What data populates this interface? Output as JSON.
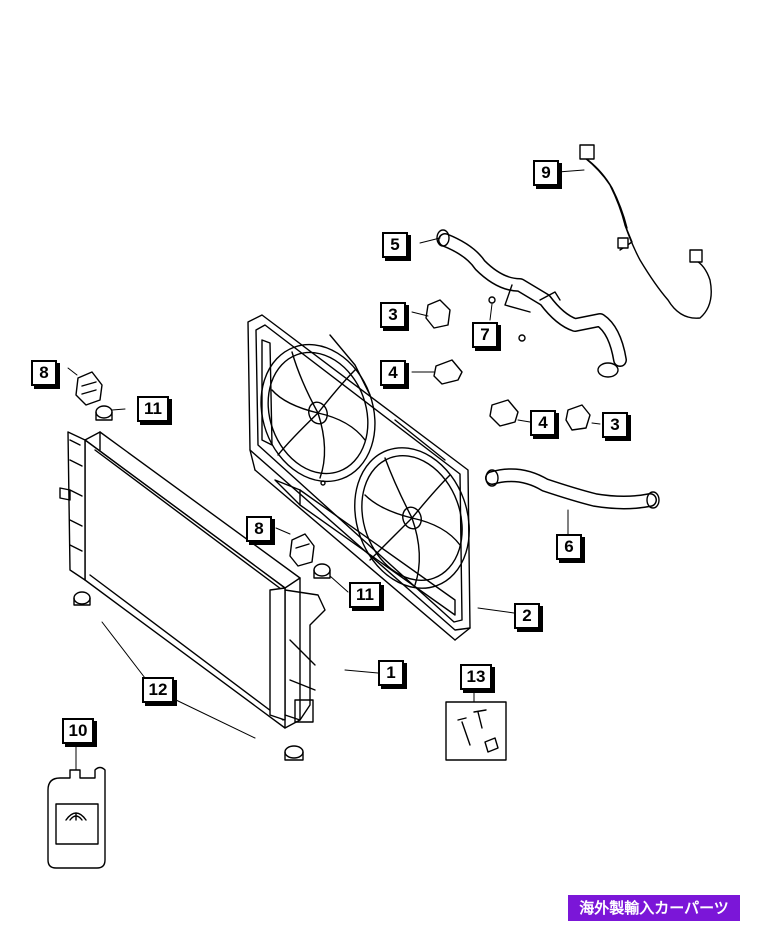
{
  "diagram": {
    "callouts": {
      "c1": "1",
      "c2": "2",
      "c3a": "3",
      "c3b": "3",
      "c4a": "4",
      "c4b": "4",
      "c5": "5",
      "c6": "6",
      "c7": "7",
      "c8a": "8",
      "c8b": "8",
      "c9": "9",
      "c10": "10",
      "c11a": "11",
      "c11b": "11",
      "c12": "12",
      "c13": "13"
    }
  },
  "watermark": {
    "text": "海外製輸入カーパーツ",
    "color": "#7b16d8"
  }
}
